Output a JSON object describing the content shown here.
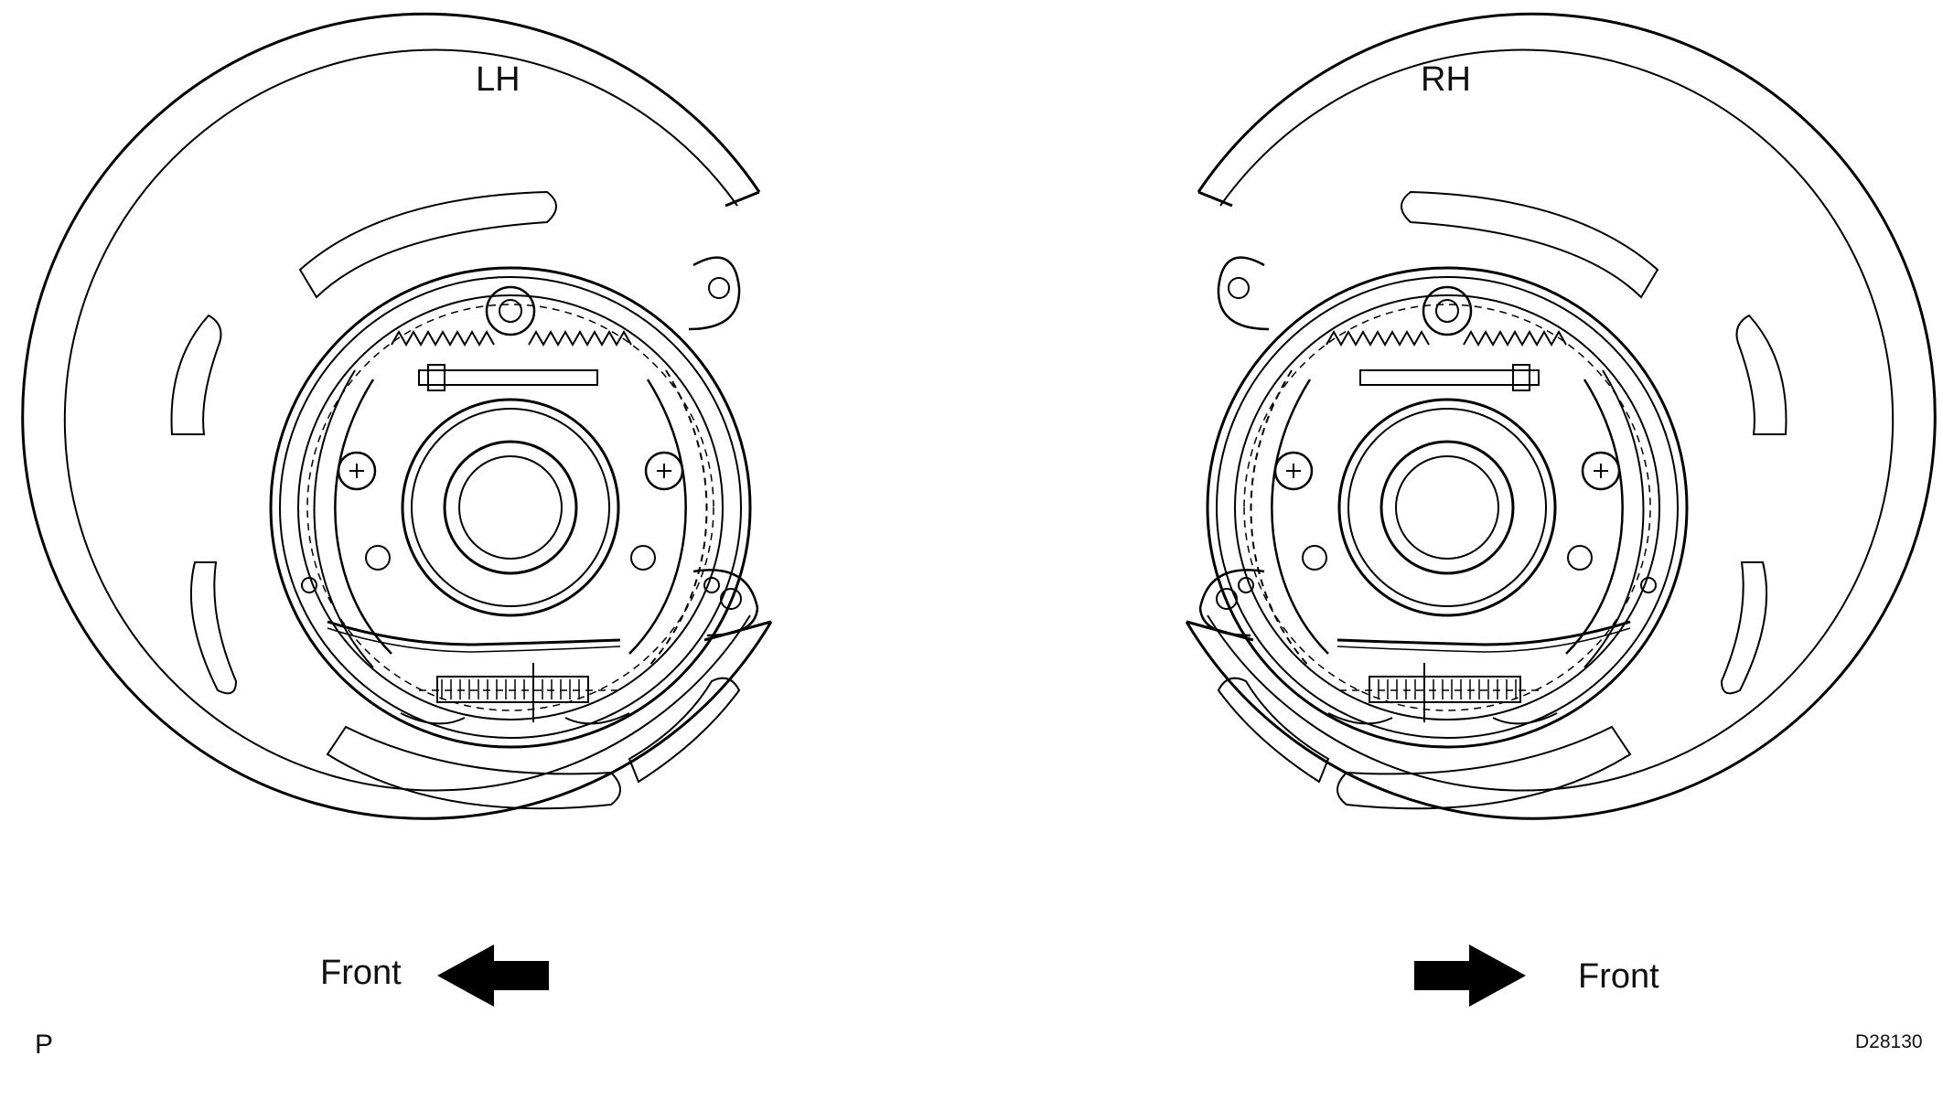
{
  "labels": {
    "left": "LH",
    "right": "RH",
    "front_left": "Front",
    "front_right": "Front",
    "page_letter": "P",
    "figure_code": "D28130"
  },
  "icons": [
    "arrow-left-icon",
    "arrow-right-icon"
  ],
  "colors": {
    "line": "#000000",
    "background": "#ffffff",
    "arrow_fill": "#000000"
  }
}
